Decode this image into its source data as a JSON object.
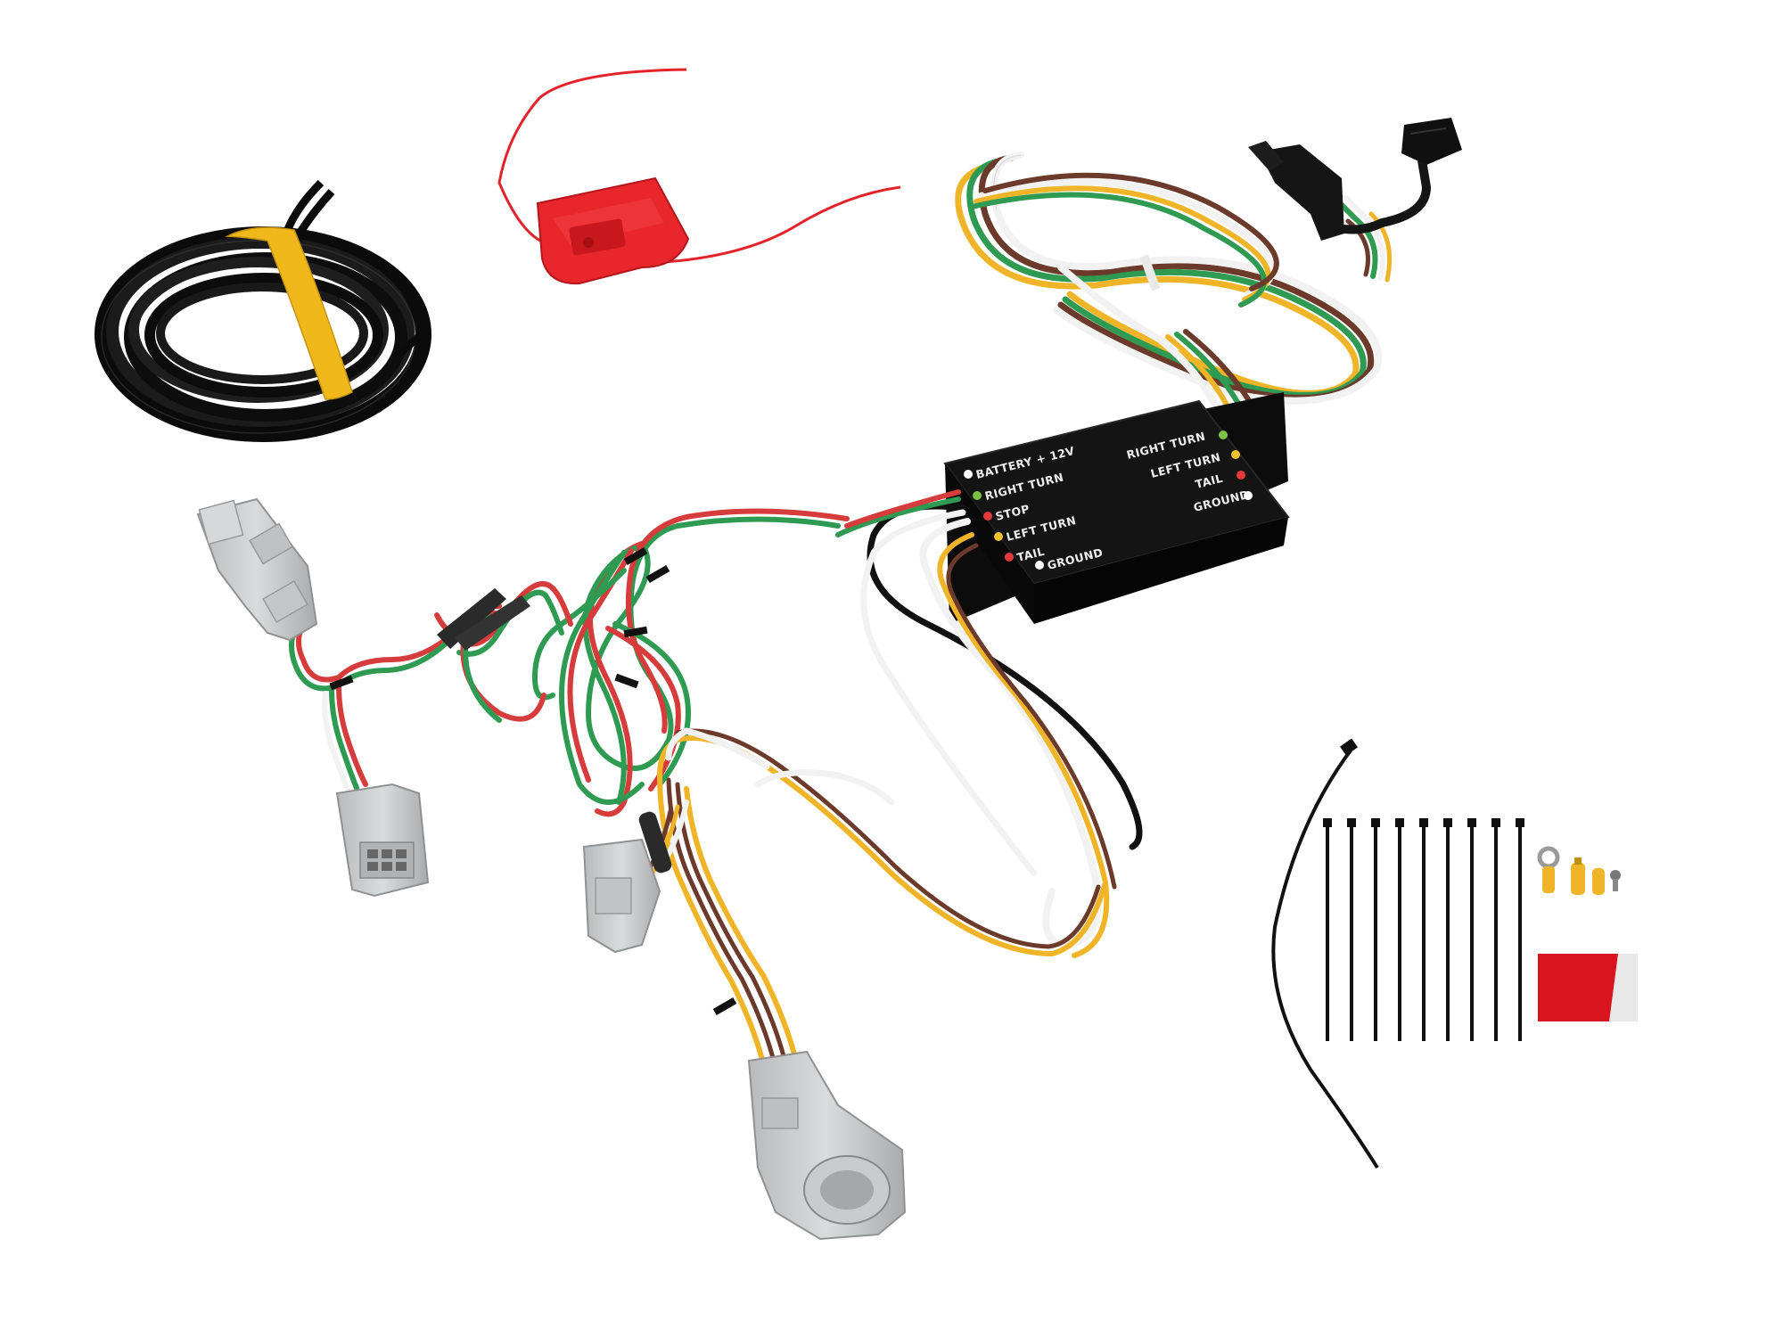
{
  "photo": {
    "background": "#ffffff",
    "items": [
      "ground-wire-coil",
      "fuse-holder",
      "converter-box",
      "four-way-flat-connector",
      "vehicle-connector-harness",
      "zip-ties",
      "ring-terminal",
      "butt-connectors",
      "screw",
      "adhesive-pad"
    ]
  },
  "module": {
    "left_labels": {
      "battery": "BATTERY + 12V",
      "right_turn": "RIGHT TURN",
      "stop": "STOP",
      "left_turn": "LEFT TURN",
      "tail": "TAIL",
      "ground": "GROUND"
    },
    "right_labels": {
      "right_turn": "RIGHT TURN",
      "left_turn": "LEFT TURN",
      "tail": "TAIL",
      "ground": "GROUND"
    },
    "led_colors": {
      "battery": "#ffffff",
      "right_turn": "#7cc242",
      "stop": "#e23a3a",
      "left_turn": "#f1c232",
      "tail": "#e23a3a",
      "ground": "#ffffff"
    }
  },
  "colors": {
    "wire_red": "#d63c3c",
    "wire_green": "#2f9a52",
    "wire_yellow": "#f0b429",
    "wire_brown": "#6b3a2a",
    "wire_white": "#f2f2f2",
    "connector_gray": "#c9cbcc",
    "module_black": "#111111",
    "fuse_red": "#e8262b",
    "pad_red": "#d8141e"
  },
  "zip_ties": {
    "count": 9
  }
}
